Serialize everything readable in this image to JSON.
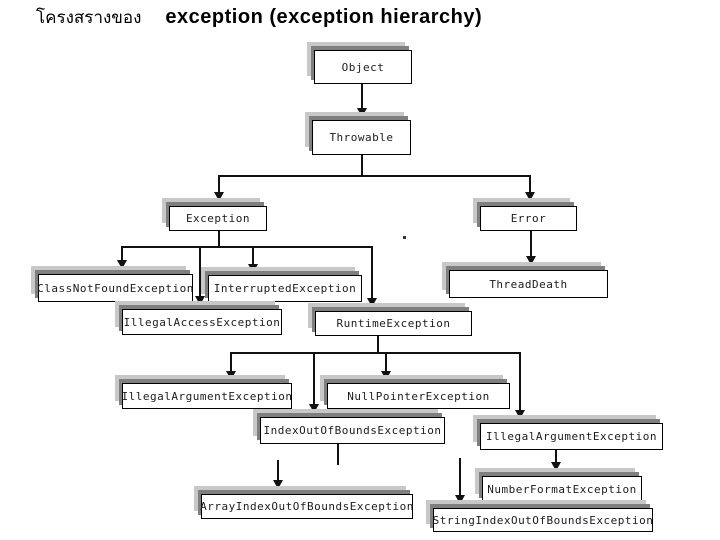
{
  "title": {
    "prefix_thai": "โครงสรางของ",
    "main": "exception (exception hierarchy)"
  },
  "colors": {
    "background": "#ffffff",
    "node_fill": "#ffffff",
    "node_border": "#000000",
    "shadow_dark": "#7f7f7f",
    "shadow_light": "#c8c8c8",
    "connector": "#111111"
  },
  "diagram": {
    "type": "tree",
    "stray_dot": ".",
    "nodes": [
      {
        "id": "object",
        "label": "Object"
      },
      {
        "id": "throwable",
        "label": "Throwable"
      },
      {
        "id": "exception",
        "label": "Exception"
      },
      {
        "id": "error",
        "label": "Error"
      },
      {
        "id": "classnotfound",
        "label": "ClassNotFoundException"
      },
      {
        "id": "interrupted",
        "label": "InterruptedException"
      },
      {
        "id": "threaddeath",
        "label": "ThreadDeath"
      },
      {
        "id": "illegalaccess",
        "label": "IllegalAccessException"
      },
      {
        "id": "runtime",
        "label": "RuntimeException"
      },
      {
        "id": "illegalargument-left",
        "label": "IllegalArgumentException"
      },
      {
        "id": "nullpointer",
        "label": "NullPointerException"
      },
      {
        "id": "indexoutofbounds",
        "label": "IndexOutOfBoundsException"
      },
      {
        "id": "illegalargument-right",
        "label": "IllegalArgumentException"
      },
      {
        "id": "numberformat",
        "label": "NumberFormatException"
      },
      {
        "id": "arrayindexoutofbounds",
        "label": "ArrayIndexOutOfBoundsException"
      },
      {
        "id": "stringindexoutofbounds",
        "label": "StringIndexOutOfBoundsException"
      }
    ],
    "edges": [
      {
        "from": "Object",
        "to": "Throwable"
      },
      {
        "from": "Throwable",
        "to": "Exception"
      },
      {
        "from": "Throwable",
        "to": "Error"
      },
      {
        "from": "Exception",
        "to": "ClassNotFoundException"
      },
      {
        "from": "Exception",
        "to": "InterruptedException"
      },
      {
        "from": "Exception",
        "to": "IllegalAccessException"
      },
      {
        "from": "Exception",
        "to": "RuntimeException"
      },
      {
        "from": "Error",
        "to": "ThreadDeath"
      },
      {
        "from": "RuntimeException",
        "to": "IllegalArgumentException"
      },
      {
        "from": "RuntimeException",
        "to": "NullPointerException"
      },
      {
        "from": "RuntimeException",
        "to": "IndexOutOfBoundsException"
      },
      {
        "from": "RuntimeException",
        "to": "IllegalArgumentException (right)"
      },
      {
        "from": "IllegalArgumentException (right)",
        "to": "NumberFormatException"
      },
      {
        "from": "IndexOutOfBoundsException",
        "to": "ArrayIndexOutOfBoundsException"
      },
      {
        "from": "IndexOutOfBoundsException",
        "to": "StringIndexOutOfBoundsException"
      }
    ]
  }
}
